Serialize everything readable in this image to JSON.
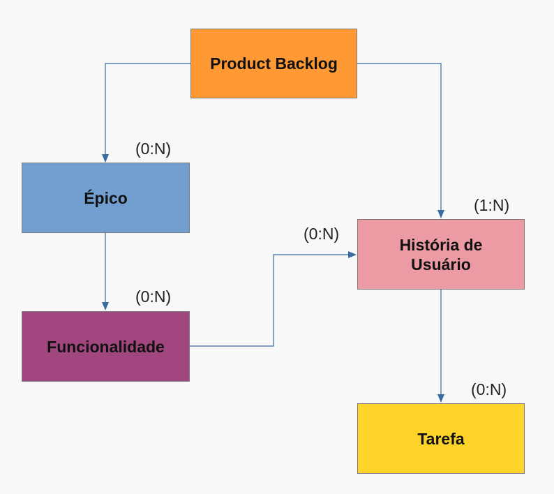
{
  "colors": {
    "background": "#f8f8f8",
    "connector": "#3a6aa0",
    "product_backlog": "#ff9933",
    "epico": "#729fcf",
    "funcionalidade": "#a1467e",
    "historia": "#ec9ba4",
    "tarefa": "#ffd42a"
  },
  "nodes": {
    "product_backlog": {
      "label": "Product Backlog"
    },
    "epico": {
      "label": "Épico"
    },
    "funcionalidade": {
      "label": "Funcionalidade"
    },
    "historia": {
      "label_line1": "História de",
      "label_line2": "Usuário"
    },
    "tarefa": {
      "label": "Tarefa"
    }
  },
  "cardinalities": {
    "epico": "(0:N)",
    "historia_from_backlog": "(1:N)",
    "historia_from_funcionalidade": "(0:N)",
    "funcionalidade": "(0:N)",
    "tarefa": "(0:N)"
  },
  "edges": [
    {
      "from": "product_backlog",
      "to": "epico"
    },
    {
      "from": "product_backlog",
      "to": "historia"
    },
    {
      "from": "epico",
      "to": "funcionalidade"
    },
    {
      "from": "funcionalidade",
      "to": "historia"
    },
    {
      "from": "historia",
      "to": "tarefa"
    }
  ]
}
